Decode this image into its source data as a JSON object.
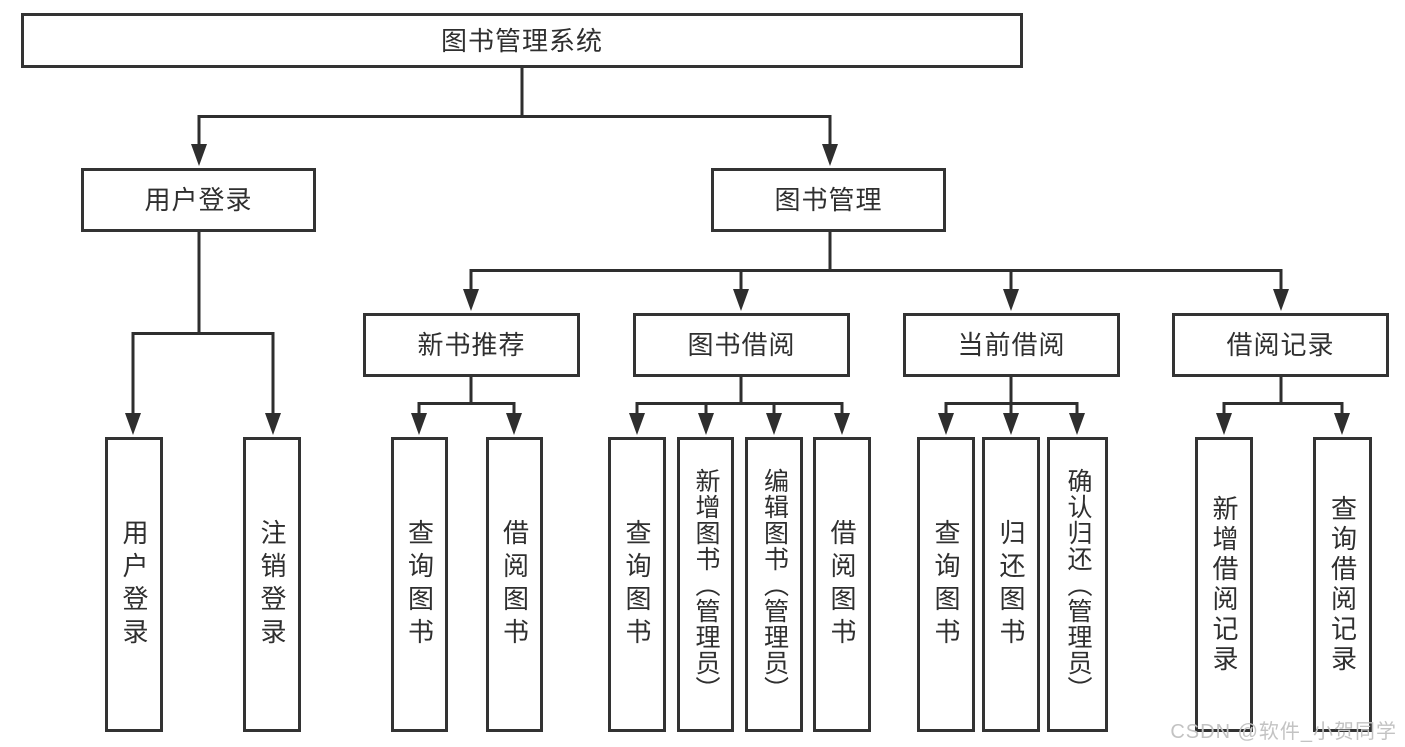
{
  "diagram": {
    "title": "图书管理系统",
    "branches": [
      {
        "label": "用户登录",
        "children": [
          {
            "label": "用户登录"
          },
          {
            "label": "注销登录"
          }
        ]
      },
      {
        "label": "图书管理",
        "children": [
          {
            "label": "新书推荐",
            "children": [
              {
                "label": "查询图书"
              },
              {
                "label": "借阅图书"
              }
            ]
          },
          {
            "label": "图书借阅",
            "children": [
              {
                "label": "查询图书"
              },
              {
                "label": "新增图书（管理员）"
              },
              {
                "label": "编辑图书（管理员）"
              },
              {
                "label": "借阅图书"
              }
            ]
          },
          {
            "label": "当前借阅",
            "children": [
              {
                "label": "查询图书"
              },
              {
                "label": "归还图书"
              },
              {
                "label": "确认归还（管理员）"
              }
            ]
          },
          {
            "label": "借阅记录",
            "children": [
              {
                "label": "新增借阅记录"
              },
              {
                "label": "查询借阅记录"
              }
            ]
          }
        ]
      }
    ]
  },
  "watermark": {
    "text": "CSDN @软件_小贺同学"
  }
}
